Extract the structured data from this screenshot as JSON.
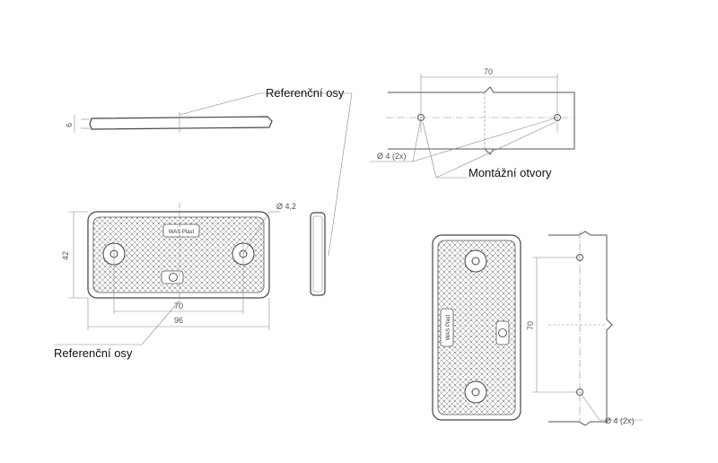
{
  "labels": {
    "reference_axes_top": "Referenční osy",
    "reference_axes_bottom": "Referenční osy",
    "mounting_holes": "Montážní otvory"
  },
  "dimensions": {
    "thickness": "6",
    "height": "42",
    "hole_spacing_front": "70",
    "overall_width": "96",
    "hole_diameter_front": "Ø 4,2",
    "hole_spacing_top_right": "70",
    "hole_diameter_top_right": "Ø 4 (2x)",
    "hole_spacing_right_vertical": "70",
    "hole_diameter_bottom_right": "Ø 4 (2x)"
  },
  "logo_text": {
    "brand_front": "WAS Plast",
    "brand_vertical": "WAS Plast"
  }
}
